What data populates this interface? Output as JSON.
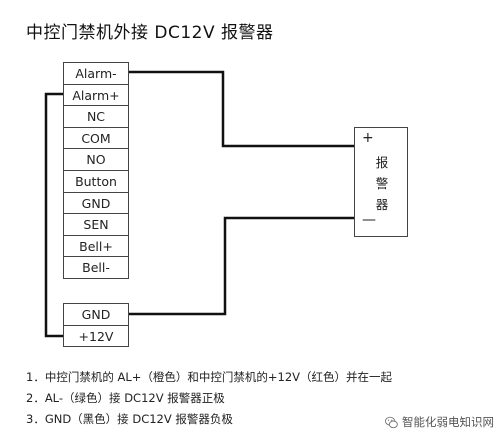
{
  "title": "中控门禁机外接 DC12V 报警器",
  "controller_terminals": [
    "Alarm-",
    "Alarm+",
    "NC",
    "COM",
    "NO",
    "Button",
    "GND",
    "SEN",
    "Bell+",
    "Bell-"
  ],
  "power_terminals": [
    "GND",
    "+12V"
  ],
  "alarm": {
    "plus": "+",
    "minus": "—",
    "label_chars": [
      "报",
      "警",
      "器"
    ]
  },
  "notes": [
    "1．中控门禁机的 AL+（橙色）和中控门禁机的+12V（红色）并在一起",
    "2．AL-（绿色）接  DC12V 报警器正极",
    "3．GND（黑色）接  DC12V 报警器负极"
  ],
  "watermark": {
    "icon": "wechat-icon",
    "text": "智能化弱电知识网"
  }
}
